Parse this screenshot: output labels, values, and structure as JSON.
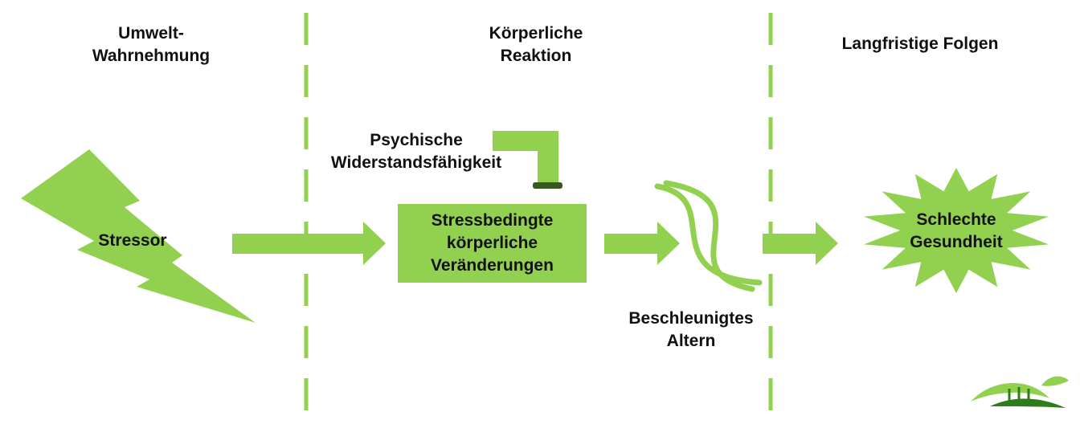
{
  "colors": {
    "accent": "#92d050",
    "accent_dark": "#385723",
    "text": "#111111",
    "logo_dark": "#2e7d1a"
  },
  "columns": [
    {
      "line1": "Umwelt-",
      "line2": "Wahrnehmung"
    },
    {
      "line1": "Körperliche",
      "line2": "Reaktion"
    },
    {
      "line1": "Langfristige Folgen"
    }
  ],
  "nodes": {
    "stressor": {
      "label": "Stressor",
      "icon": "lightning-bolt-icon"
    },
    "resilience": {
      "line1": "Psychische",
      "line2": "Widerstandsfähigkeit",
      "icon": "inhibition-t-bar-icon"
    },
    "changes": {
      "line1": "Stressbedingte",
      "line2": "körperliche",
      "line3": "Veränderungen"
    },
    "aging": {
      "line1": "Beschleunigtes",
      "line2": "Altern",
      "icon": "dna-helix-icon"
    },
    "health": {
      "line1": "Schlechte",
      "line2": "Gesundheit",
      "icon": "starburst-icon"
    }
  },
  "logo": {
    "icon": "dna-leaf-logo-icon"
  }
}
